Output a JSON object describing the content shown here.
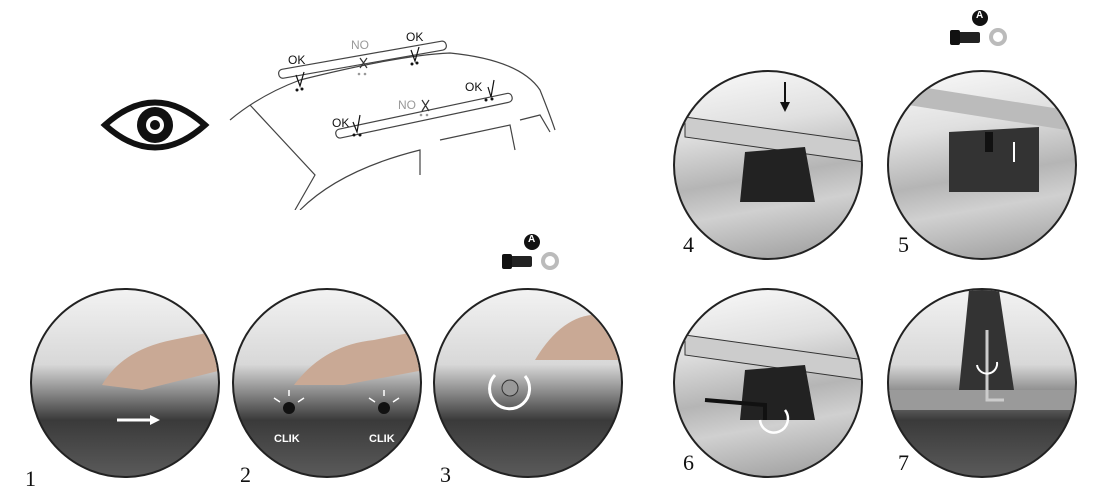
{
  "roof_diagram": {
    "labels": [
      {
        "text": "OK",
        "status": "ok"
      },
      {
        "text": "NO",
        "status": "no"
      },
      {
        "text": "OK",
        "status": "ok"
      },
      {
        "text": "OK",
        "status": "ok"
      },
      {
        "text": "NO",
        "status": "no"
      },
      {
        "text": "OK",
        "status": "ok"
      }
    ]
  },
  "steps": [
    {
      "number": "1"
    },
    {
      "number": "2",
      "callouts": [
        "CLIK",
        "CLIK"
      ]
    },
    {
      "number": "3"
    },
    {
      "number": "4"
    },
    {
      "number": "5"
    },
    {
      "number": "6"
    },
    {
      "number": "7"
    }
  ],
  "part_badge": "A"
}
